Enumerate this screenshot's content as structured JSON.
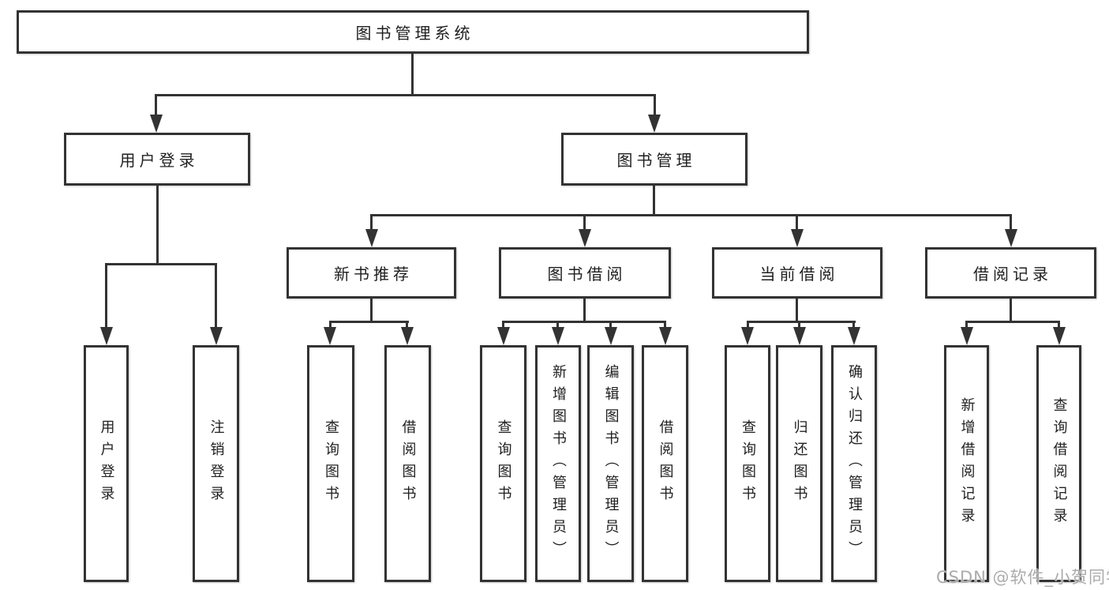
{
  "tree": {
    "root": {
      "label": "图书管理系统",
      "children": [
        {
          "label": "用户登录",
          "children": [
            {
              "label": "用户登录"
            },
            {
              "label": "注销登录"
            }
          ]
        },
        {
          "label": "图书管理",
          "children": [
            {
              "label": "新书推荐",
              "children": [
                {
                  "label": "查询图书"
                },
                {
                  "label": "借阅图书"
                }
              ]
            },
            {
              "label": "图书借阅",
              "children": [
                {
                  "label": "查询图书"
                },
                {
                  "label": "新增图书（管理员）"
                },
                {
                  "label": "编辑图书（管理员）"
                },
                {
                  "label": "借阅图书"
                }
              ]
            },
            {
              "label": "当前借阅",
              "children": [
                {
                  "label": "查询图书"
                },
                {
                  "label": "归还图书"
                },
                {
                  "label": "确认归还（管理员）"
                }
              ]
            },
            {
              "label": "借阅记录",
              "children": [
                {
                  "label": "新增借阅记录"
                },
                {
                  "label": "查询借阅记录"
                }
              ]
            }
          ]
        }
      ]
    }
  },
  "watermark": {
    "text": "CSDN @软件_小贺同学"
  },
  "colors": {
    "line": "#333333",
    "text": "#1f1f1f",
    "watermark": "#ababab",
    "background": "#ffffff"
  }
}
